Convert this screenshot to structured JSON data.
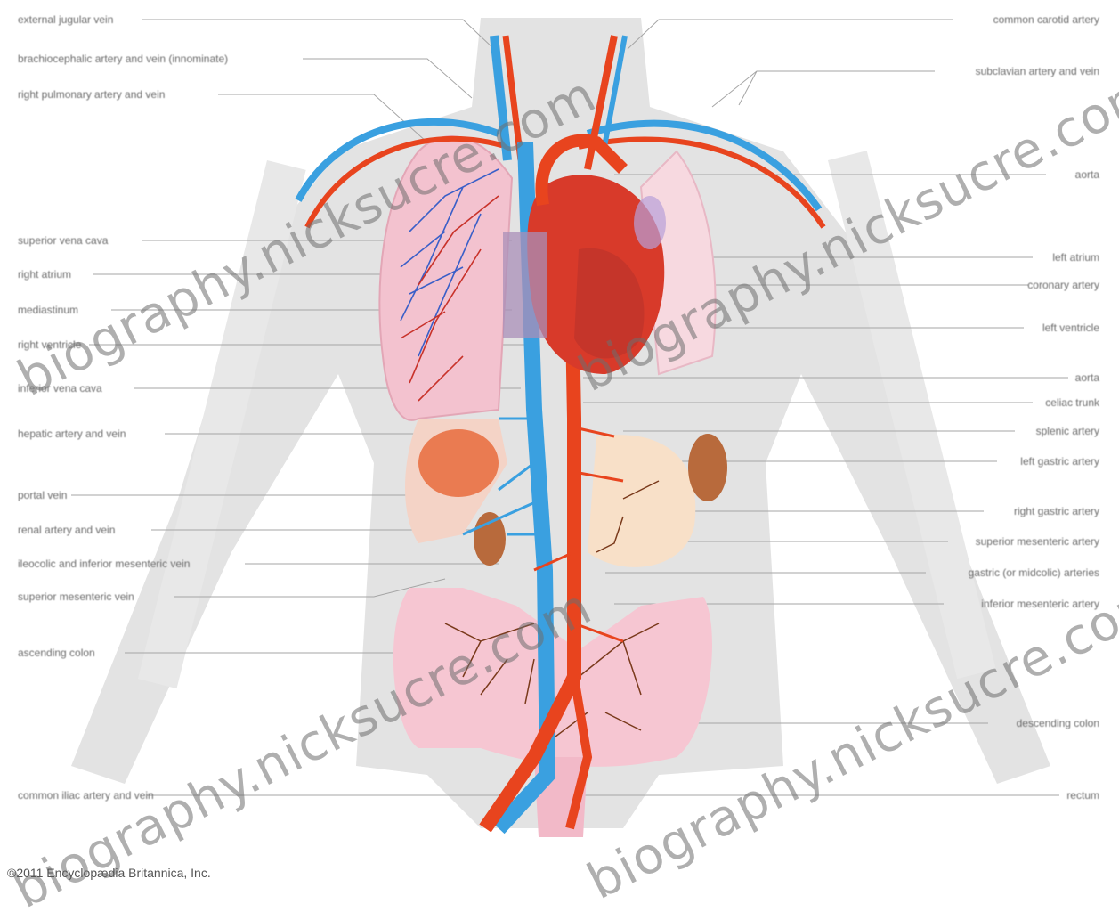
{
  "labels_left": [
    "external jugular vein",
    "brachiocephalic artery and vein (innominate)",
    "right pulmonary artery and vein",
    "superior vena cava",
    "right atrium",
    "mediastinum",
    "right ventricle",
    "inferior vena cava",
    "hepatic artery and vein",
    "portal vein",
    "renal artery and vein",
    "ileocolic and inferior mesenteric vein",
    "superior mesenteric vein",
    "ascending colon",
    "common iliac artery and vein"
  ],
  "labels_right": [
    "common carotid artery",
    "subclavian artery and vein",
    "aorta",
    "left atrium",
    "coronary artery",
    "left ventricle",
    "aorta",
    "celiac trunk",
    "splenic artery",
    "left gastric artery",
    "right gastric artery",
    "superior mesenteric artery",
    "gastric (or midcolic) arteries",
    "inferior mesenteric artery",
    "descending colon",
    "rectum"
  ],
  "watermark": "biography.nicksucre.com",
  "copyright": "©2011 Encyclopædia Britannica, Inc.",
  "colors": {
    "artery": "#e8441e",
    "vein": "#3aa0e0",
    "body": "#dcdcdc",
    "lung": "#f4c9d4",
    "heart": "#d83a2a",
    "liver": "#f2cfc4",
    "colon": "#f6c6d2",
    "kidney": "#b86a3c",
    "leader": "#9a9a9a"
  }
}
